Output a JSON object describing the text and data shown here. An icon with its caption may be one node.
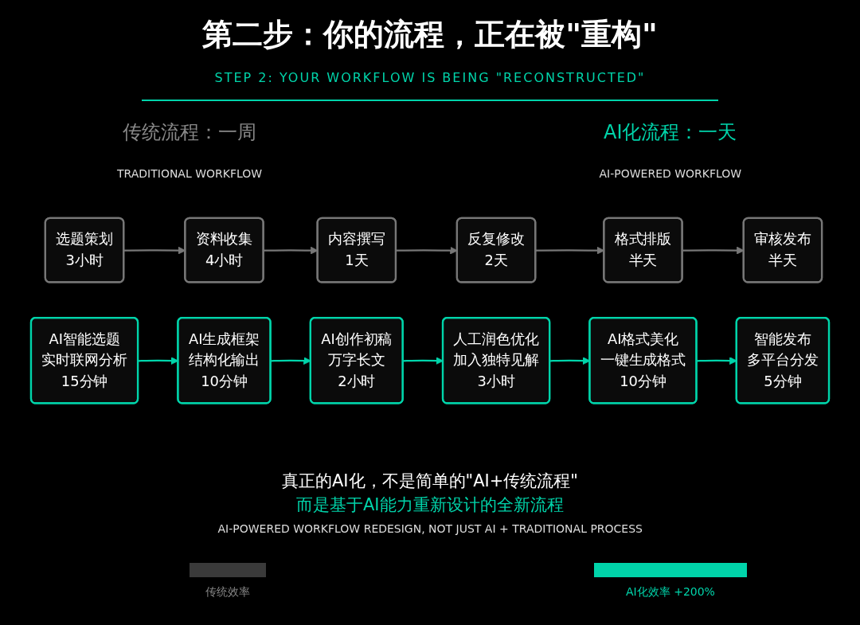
{
  "diagram": {
    "title": "第二步：你的流程，正在被\"重构\"",
    "nodes": [
      {
        "text": [
          "选题策划",
          "3小时"
        ]
      },
      {
        "text": [
          "资料收集",
          "4小时"
        ]
      },
      {
        "text": [
          "内容撰写",
          "1天"
        ]
      },
      {
        "text": [
          "反复修改",
          "2天"
        ]
      },
      {
        "text": [
          "格式排版",
          "半天"
        ]
      },
      {
        "text": [
          "审核发布",
          "半天"
        ]
      },
      {
        "text": [
          "AI智能选题",
          "实时联网分析",
          "15分钟"
        ]
      },
      {
        "text": [
          "AI生成框架",
          "结构化输出",
          "10分钟"
        ]
      },
      {
        "text": [
          "AI创作初稿",
          "万字长文",
          "2小时"
        ]
      },
      {
        "text": [
          "人工润色优化",
          "加入独特见解",
          "3小时"
        ]
      },
      {
        "text": [
          "AI格式美化",
          "一键生成格式",
          "10分钟"
        ]
      },
      {
        "text": [
          "智能发布",
          "多平台分发",
          "5分钟"
        ]
      }
    ],
    "edges": [
      {
        "from": 0,
        "to": 1,
        "arrow": "to",
        "color": "#777777"
      },
      {
        "from": 1,
        "to": 2,
        "arrow": "to",
        "color": "#777777"
      },
      {
        "from": 2,
        "to": 3,
        "arrow": "to",
        "color": "#777777"
      },
      {
        "from": 3,
        "to": 4,
        "arrow": "to",
        "color": "#777777"
      },
      {
        "from": 4,
        "to": 5,
        "arrow": "to",
        "color": "#777777"
      },
      {
        "from": 6,
        "to": 7,
        "arrow": "to",
        "color": "#00d4aa"
      },
      {
        "from": 7,
        "to": 8,
        "arrow": "to",
        "color": "#00d4aa"
      },
      {
        "from": 8,
        "to": 9,
        "arrow": "to",
        "color": "#00d4aa"
      },
      {
        "from": 9,
        "to": 10,
        "arrow": "to",
        "color": "#00d4aa"
      },
      {
        "from": 10,
        "to": 11,
        "arrow": "to",
        "color": "#00d4aa"
      }
    ],
    "labels": [
      "STEP 2: YOUR WORKFLOW IS BEING \"RECONSTRUCTED\"",
      "传统流程：一周",
      "AI化流程：一天",
      "TRADITIONAL WORKFLOW",
      "AI-POWERED WORKFLOW",
      "真正的AI化，不是简单的\"AI+传统流程\"",
      "而是基于AI能力重新设计的全新流程",
      "AI-POWERED WORKFLOW REDESIGN, NOT JUST AI + TRADITIONAL PROCESS"
    ],
    "legend": [
      {
        "text": "传统效率",
        "color": "#3a3a3a"
      },
      {
        "text": "AI化效率 +200%",
        "color": "#00d4aa"
      }
    ]
  }
}
